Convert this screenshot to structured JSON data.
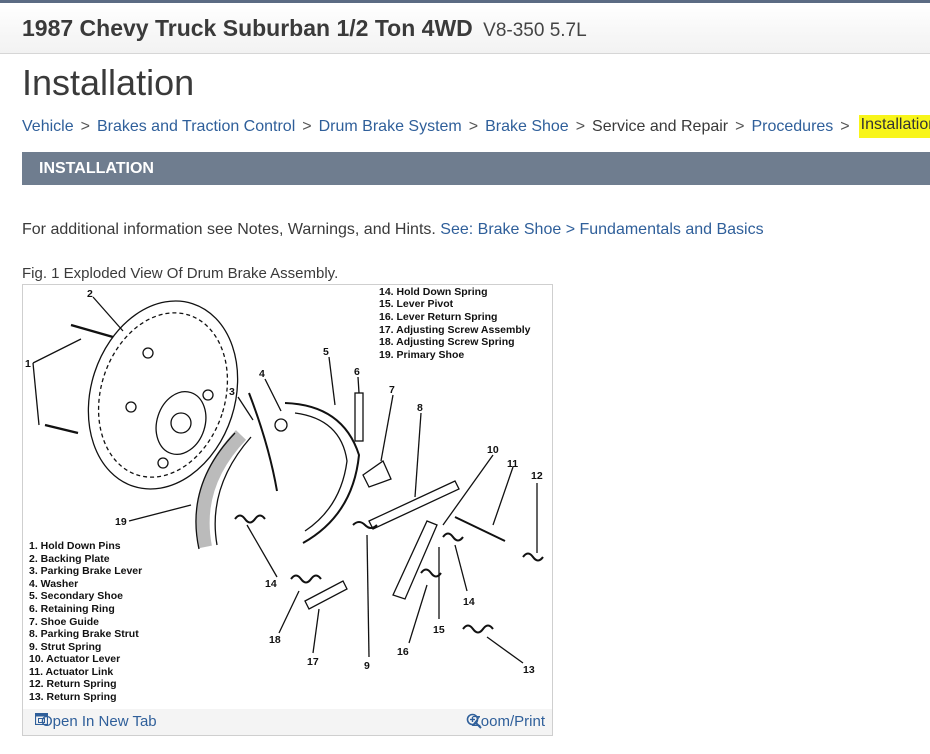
{
  "vehicle": {
    "title": "1987 Chevy Truck Suburban 1/2 Ton 4WD",
    "engine": "V8-350 5.7L"
  },
  "page_title": "Installation",
  "breadcrumb": {
    "items": [
      "Vehicle",
      "Brakes and Traction Control",
      "Drum Brake System",
      "Brake Shoe",
      "Service and Repair",
      "Procedures",
      "Installation"
    ],
    "separator": ">"
  },
  "section": {
    "label": "INSTALLATION"
  },
  "note": {
    "text": "For additional information see Notes, Warnings, and Hints.",
    "link": "See: Brake Shoe > Fundamentals and Basics"
  },
  "figure": {
    "caption": "Fig. 1 Exploded View Of Drum Brake Assembly.",
    "legend_left": [
      "1. Hold Down Pins",
      "2. Backing Plate",
      "3. Parking Brake Lever",
      "4. Washer",
      "5. Secondary Shoe",
      "6. Retaining Ring",
      "7. Shoe Guide",
      "8. Parking Brake Strut",
      "9. Strut Spring",
      "10. Actuator Lever",
      "11. Actuator Link",
      "12. Return Spring",
      "13. Return Spring"
    ],
    "legend_right": [
      "14. Hold Down Spring",
      "15. Lever Pivot",
      "16. Lever Return Spring",
      "17. Adjusting Screw Assembly",
      "18. Adjusting Screw Spring",
      "19. Primary Shoe"
    ],
    "callouts": [
      "1",
      "2",
      "3",
      "4",
      "5",
      "6",
      "7",
      "8",
      "9",
      "10",
      "11",
      "12",
      "13",
      "14",
      "14",
      "15",
      "16",
      "17",
      "18",
      "19"
    ],
    "open_tab_label": "Open In New Tab",
    "zoom_label": "Zoom/Print",
    "open_tab_icon": "external-window-icon",
    "zoom_icon": "magnifier-plus-icon"
  },
  "colors": {
    "link": "#2f5f9a",
    "section_bar": "#6f7d8f",
    "highlight": "#f8f51a"
  }
}
